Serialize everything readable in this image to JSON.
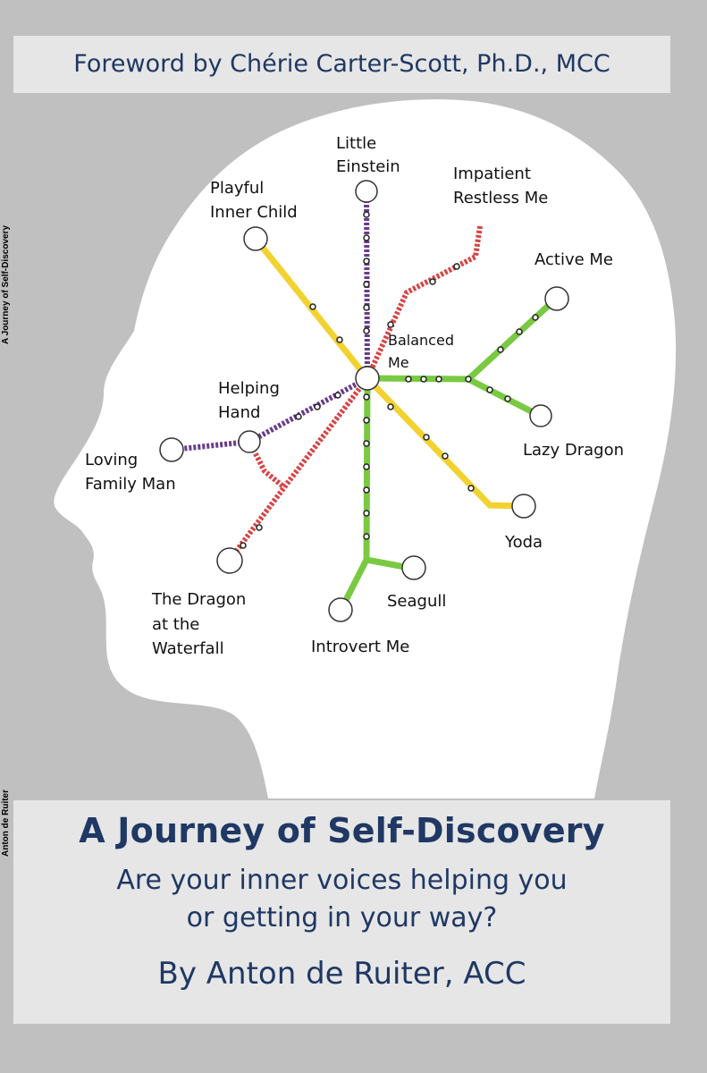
{
  "spine": {
    "title": "A Journey of Self-Discovery",
    "author": "Anton de Ruiter"
  },
  "cover": {
    "foreword": "Foreword by Chérie Carter-Scott, Ph.D., MCC",
    "title": "A Journey of Self-Discovery",
    "subtitle_line1": "Are your inner voices helping you",
    "subtitle_line2": "or getting in your way?",
    "author": "By Anton de Ruiter, ACC"
  },
  "map": {
    "center": {
      "line1": "Balanced",
      "line2": "Me"
    },
    "nodes": {
      "little_einstein": [
        "Little",
        "Einstein"
      ],
      "playful_inner_child": [
        "Playful",
        "Inner Child"
      ],
      "impatient_restless_me": [
        "Impatient",
        "Restless Me"
      ],
      "active_me": [
        "Active Me"
      ],
      "helping_hand": [
        "Helping",
        "Hand"
      ],
      "loving_family_man": [
        "Loving",
        "Family Man"
      ],
      "lazy_dragon": [
        "Lazy Dragon"
      ],
      "yoda": [
        "Yoda"
      ],
      "seagull": [
        "Seagull"
      ],
      "dragon_waterfall": [
        "The Dragon",
        "at the",
        "Waterfall"
      ],
      "introvert_me": [
        "Introvert Me"
      ]
    },
    "colors": {
      "yellow": "#f2d230",
      "green": "#7ac943",
      "red": "#d64545",
      "purple": "#6b3a8c",
      "text": "#1f3864",
      "band": "#e6e6e6",
      "background": "#c0c0c0"
    }
  }
}
